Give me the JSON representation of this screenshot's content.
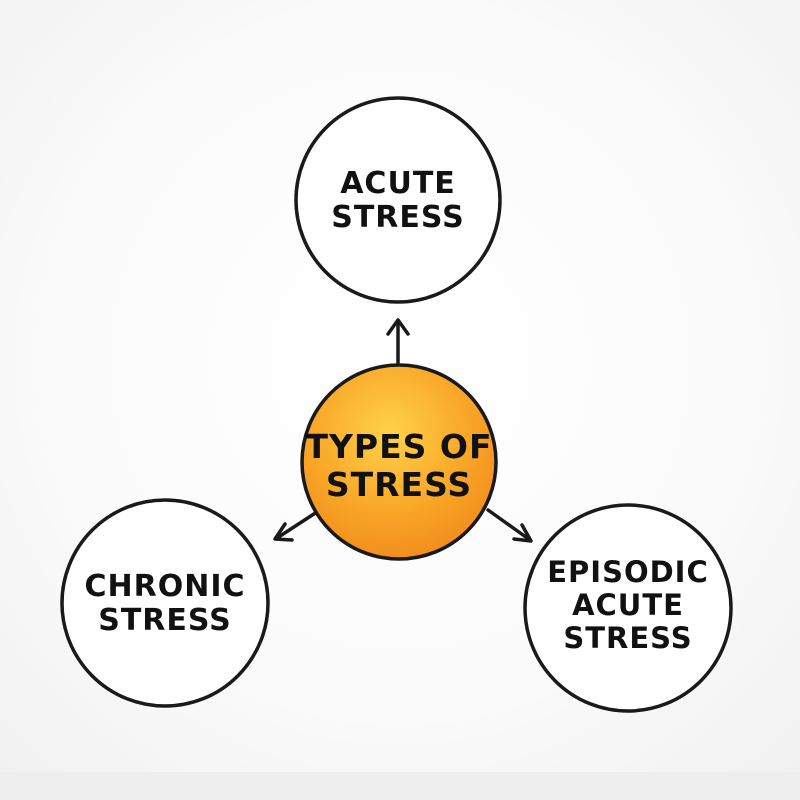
{
  "diagram": {
    "center": {
      "line1": "TYPES OF",
      "line2": "STRESS",
      "fill_color": "#f7931e",
      "fill_color_light": "#ffd24a"
    },
    "nodes": {
      "top": {
        "line1": "ACUTE",
        "line2": "STRESS"
      },
      "left": {
        "line1": "CHRONIC",
        "line2": "STRESS"
      },
      "right": {
        "line1": "EPISODIC",
        "line2": "ACUTE",
        "line3": "STRESS"
      }
    },
    "outline_color": "#1a1a1a"
  }
}
